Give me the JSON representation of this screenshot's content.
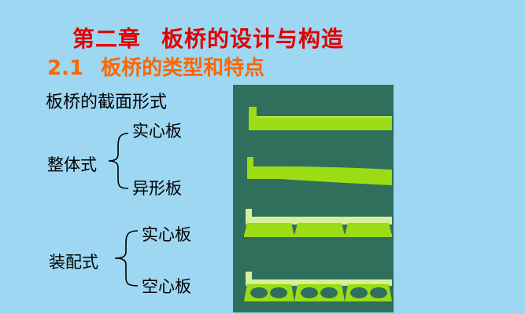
{
  "title": {
    "chapter": "第二章",
    "topic": "板桥的设计与构造"
  },
  "section": {
    "number": "2.1",
    "title": "板桥的类型和特点"
  },
  "subtitle": "板桥的截面形式",
  "groups": [
    {
      "label": "整体式",
      "items": [
        "实心板",
        "异形板"
      ]
    },
    {
      "label": "装配式",
      "items": [
        "实心板",
        "空心板"
      ]
    }
  ],
  "colors": {
    "background": "#9dd7f2",
    "chapter_title": "#e00000",
    "section_title": "#ff6600",
    "panel": "#2f6f5c",
    "section_fill": "#9bdc14",
    "section_light": "#d6f09a",
    "hole": "#2f6f5c"
  }
}
